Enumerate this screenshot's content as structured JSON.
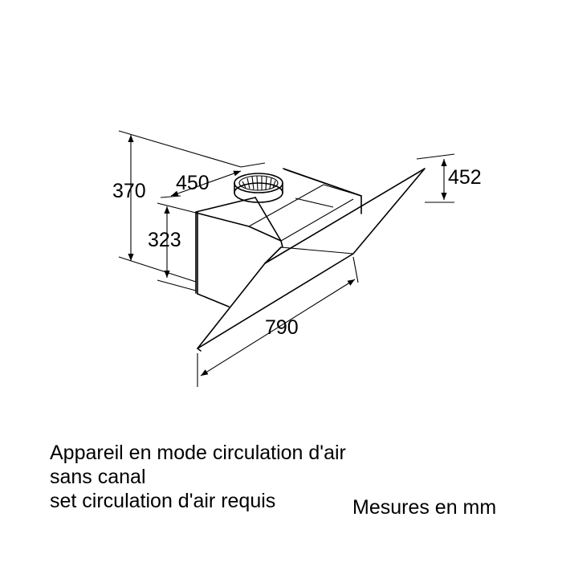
{
  "dimensions": {
    "height_total": "370",
    "depth": "450",
    "body_height": "323",
    "glass_height": "452",
    "width": "790"
  },
  "caption": {
    "line1": "Appareil en mode circulation d'air",
    "line2": "sans canal",
    "line3": "set circulation d'air requis"
  },
  "units_note": "Mesures en mm"
}
